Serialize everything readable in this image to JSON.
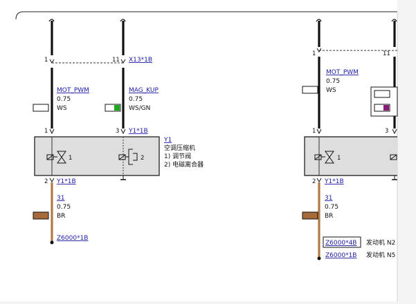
{
  "colors": {
    "page_bg": "#f4f4f4",
    "sheet_bg": "#ffffff",
    "wire_black": "#111111",
    "wire_brown": "#b07a48",
    "component_fill": "#dedede",
    "link": "#1a1aa8",
    "swatch_white": "#ffffff",
    "swatch_green": "#1fa81f",
    "swatch_brown": "#a76a3a",
    "swatch_purple": "#8a1a7a"
  },
  "left": {
    "wire_a": {
      "top_pin": "1",
      "bottom_pin": "1",
      "signal": "MOT_PWM",
      "size": "0.75",
      "color_code": "WS"
    },
    "wire_b": {
      "top_pin": "11",
      "connector": "X13*1B",
      "bottom_pin": "3",
      "connector_bottom": "Y1*1B",
      "signal": "MAG_KUP",
      "size": "0.75",
      "color_code": "WS/GN"
    },
    "component": {
      "id": "Y1",
      "name": "空调压缩机",
      "items": [
        "1)    调节阀",
        "2)    电磁离合器"
      ],
      "sub1": "1",
      "sub2": "2"
    },
    "ground": {
      "pin": "2",
      "connector": "Y1*1B",
      "signal": "31",
      "size": "0.75",
      "color_code": "BR",
      "ground_point": "Z6000*1B"
    }
  },
  "right": {
    "top_pin_left": "1",
    "top_pin_right": "11",
    "signal": "MOT_PWM",
    "size": "0.75",
    "color_code": "WS",
    "bottom_pin_left": "1",
    "bottom_pin_right": "3",
    "sub1": "1",
    "ground_pin": "2",
    "ground_connector": "Y1*1B",
    "ground_signal": "31",
    "ground_size": "0.75",
    "ground_color_code": "BR",
    "ground_point_1": "Z6000*4B",
    "ground_point_1_desc": "发动机 N2",
    "ground_point_2": "Z6000*1B",
    "ground_point_2_desc": "发动机 N5"
  }
}
